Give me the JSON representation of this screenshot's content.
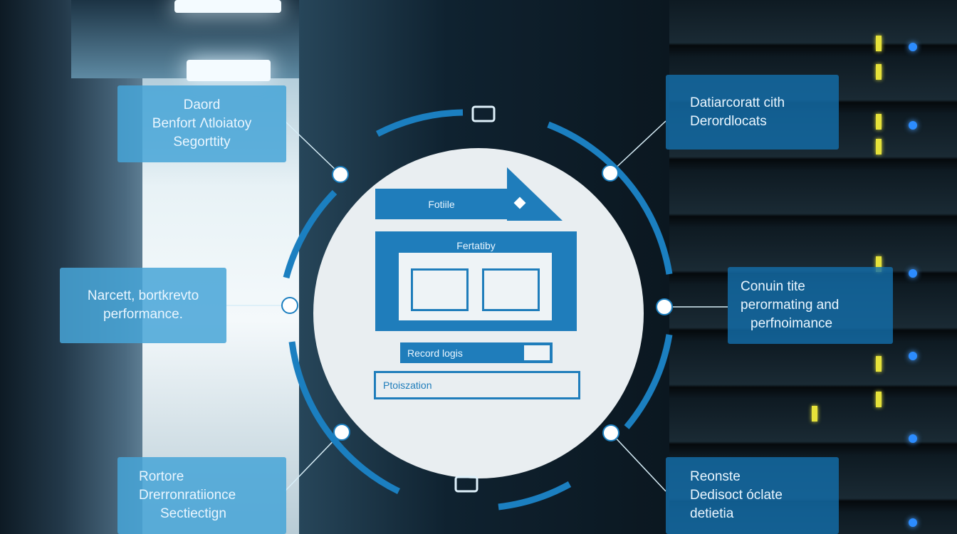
{
  "labels": {
    "top_left": [
      "Daord",
      "Benfort Λtloiatoy",
      "Segorttity"
    ],
    "top_right": [
      "Datiarcoratt cith",
      "Derordlocats"
    ],
    "middle_left": [
      "Narcett, bortkrevto",
      "performance."
    ],
    "middle_right": [
      "Conuin tite",
      "perormating and",
      "perfnoimance"
    ],
    "bottom_left": [
      "Rortore",
      "Drerronratiionce",
      "Sectiectign"
    ],
    "bottom_right": [
      "Reonste",
      "Dedisoct óclate",
      "detietia"
    ]
  },
  "center": {
    "folder_label": "Fotiile",
    "panel_label": "Fertatiby",
    "record_bar": "Record logis",
    "field": "Ptoiszation"
  },
  "colors": {
    "accent": "#1f7dbb",
    "ring": "#1b7fc0",
    "panel": "#46a5d7"
  },
  "icons": [
    "connector-icon-top",
    "connector-icon-bottom"
  ]
}
